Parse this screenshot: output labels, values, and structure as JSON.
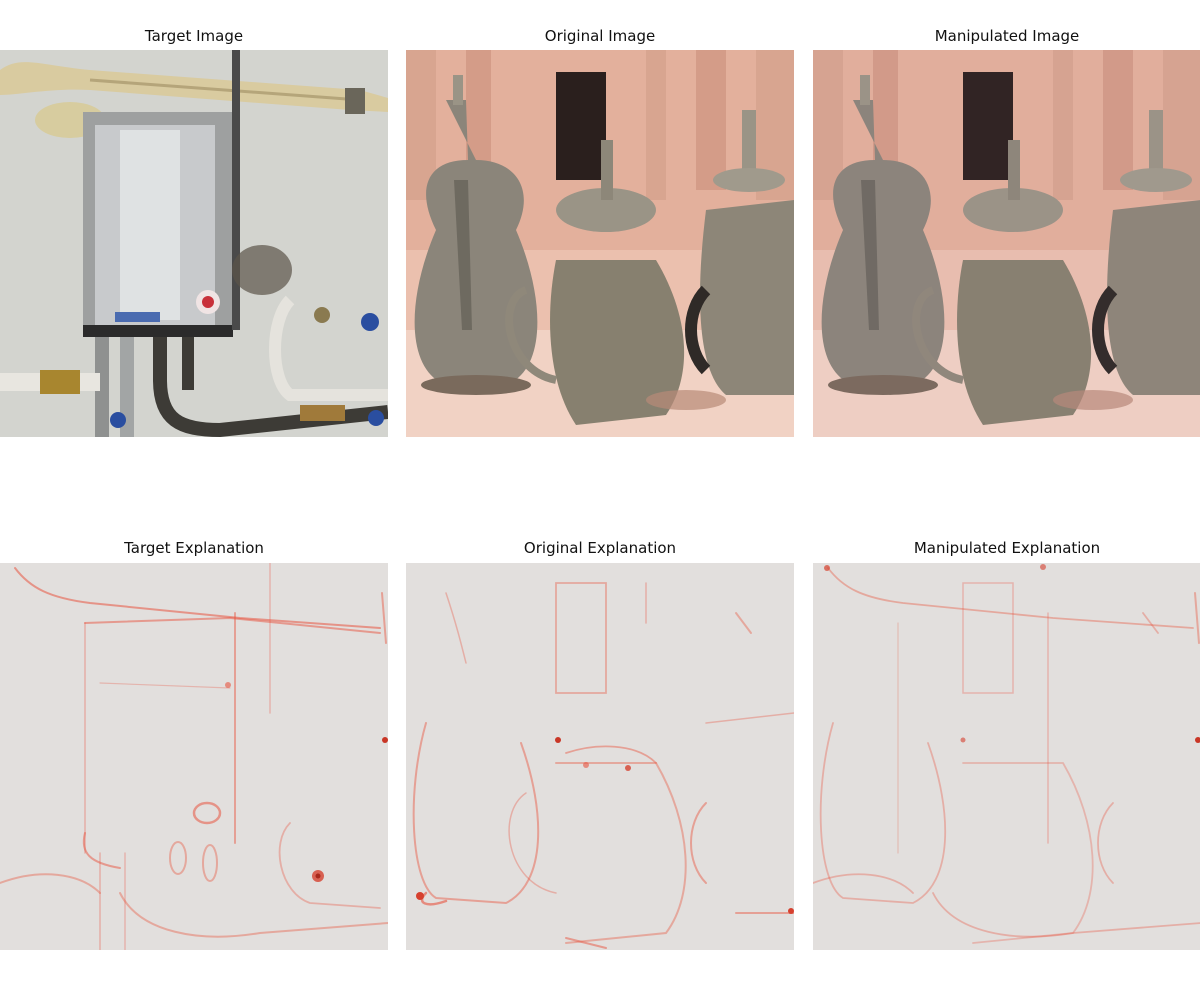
{
  "figure": {
    "row1": [
      {
        "title": "Target Image",
        "subject": "stainless water heater with pipes on wall"
      },
      {
        "title": "Original Image",
        "subject": "brass coffee pots in front of stone facade"
      },
      {
        "title": "Manipulated Image",
        "subject": "brass coffee pots with slight perturbation"
      }
    ],
    "row2": [
      {
        "title": "Target Explanation",
        "colormap": "reds"
      },
      {
        "title": "Original Explanation",
        "colormap": "reds"
      },
      {
        "title": "Manipulated Explanation",
        "colormap": "reds"
      }
    ]
  },
  "colors": {
    "heatmap_background": "#e2dfdd",
    "heatmap_edge": "#e8543f",
    "wall": "#d8d9d4",
    "facade": "#e8b8a6",
    "metal": "#8b8578"
  }
}
